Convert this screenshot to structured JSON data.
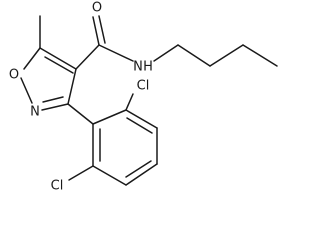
{
  "diagram": {
    "atoms": {
      "oxygen_ring": "O",
      "nitrogen_ring": "N",
      "oxygen_carbonyl": "O",
      "nitrogen_amide": "N",
      "hydrogen_amide": "H",
      "chlorine_top": "Cl",
      "chlorine_bottom": "Cl"
    }
  }
}
